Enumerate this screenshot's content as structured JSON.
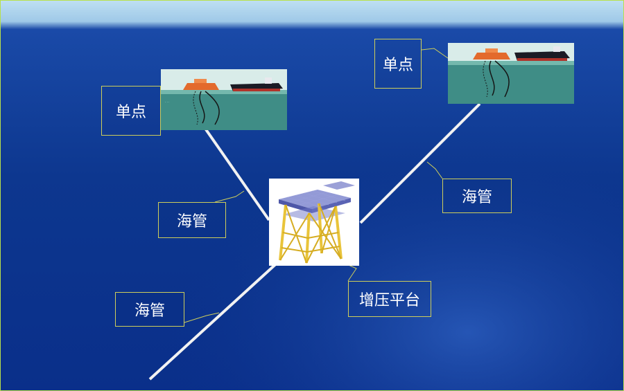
{
  "labels": {
    "spm_left": "单点",
    "spm_right": "单点",
    "pipe_left_upper": "海管",
    "pipe_right": "海管",
    "pipe_left_lower": "海管",
    "platform": "增压平台"
  },
  "colors": {
    "pipeline": "#f2f2f2",
    "callout_border": "#cfcf5a",
    "sea_dark": "#0a2f8a",
    "sea_light": "#2b62c8",
    "sky": "#bfe0f2",
    "frame_border": "#b8e04a",
    "platform_steel": "#e9c43a",
    "deck_grid": "#6f78c8",
    "buoy": "#e36a2c"
  },
  "icons": {
    "spm_photo": "single-point-mooring-photo-icon",
    "platform": "jacket-platform-icon"
  }
}
